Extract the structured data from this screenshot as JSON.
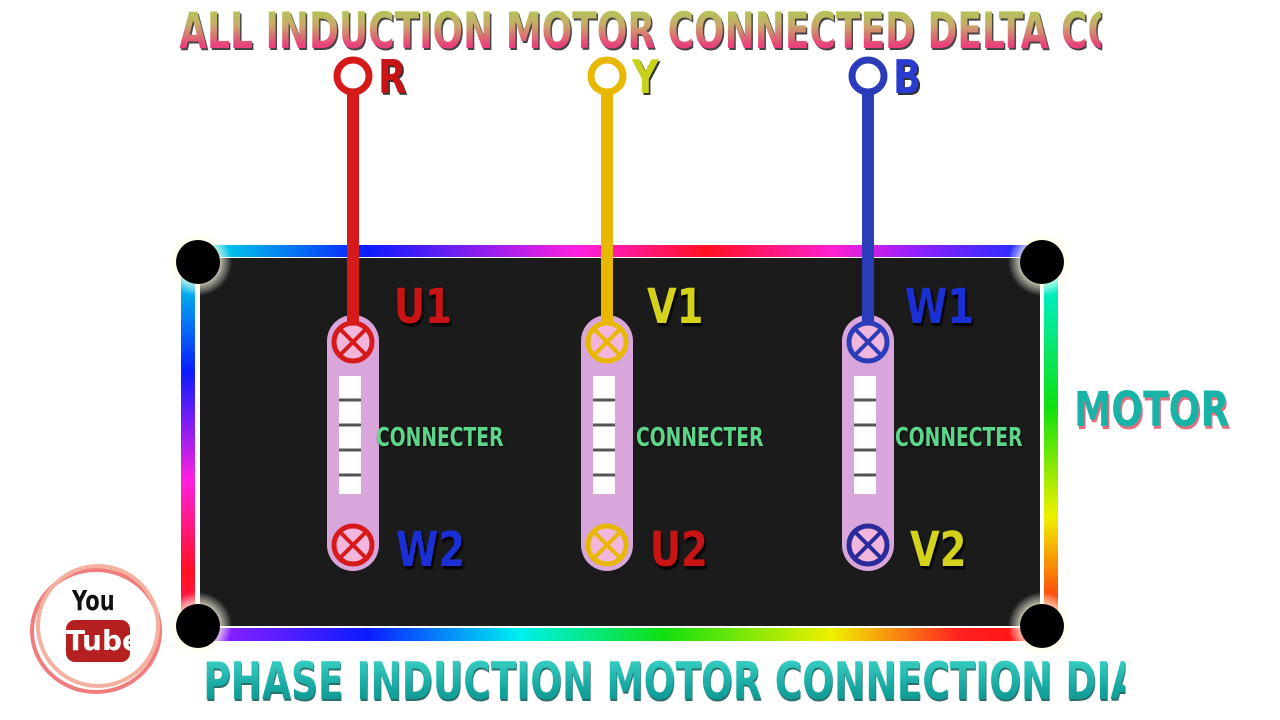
{
  "header": {
    "title": "ALL INDUCTION MOTOR CONNECTED DELTA CONNECTION"
  },
  "footer": {
    "title": "PHASE INDUCTION MOTOR CONNECTION DIAGRAM"
  },
  "motor": {
    "label": "MOTOR"
  },
  "logo": {
    "line1": "You",
    "line2": "Tube",
    "icon": "youtube-logo-icon"
  },
  "phases": [
    {
      "name": "R",
      "color": "#d61a1a",
      "top_terminal": "U1",
      "top_color": "#c81414",
      "bottom_terminal": "W2",
      "bottom_color": "#1a2fd6",
      "connector_label": "CONNECTER"
    },
    {
      "name": "Y",
      "color": "#e8b800",
      "top_terminal": "V1",
      "top_color": "#d4d21a",
      "bottom_terminal": "U2",
      "bottom_color": "#c81414",
      "connector_label": "CONNECTER"
    },
    {
      "name": "B",
      "color": "#2a3cb8",
      "top_terminal": "W1",
      "top_color": "#1a2fd6",
      "bottom_terminal": "V2",
      "bottom_color": "#d4d21a",
      "connector_label": "CONNECTER"
    }
  ],
  "colors": {
    "panel": "#1b1b1b",
    "connector": "#d9a6dc",
    "connector_label": "#5ed68a",
    "title_bottom": "#16a7a0"
  }
}
